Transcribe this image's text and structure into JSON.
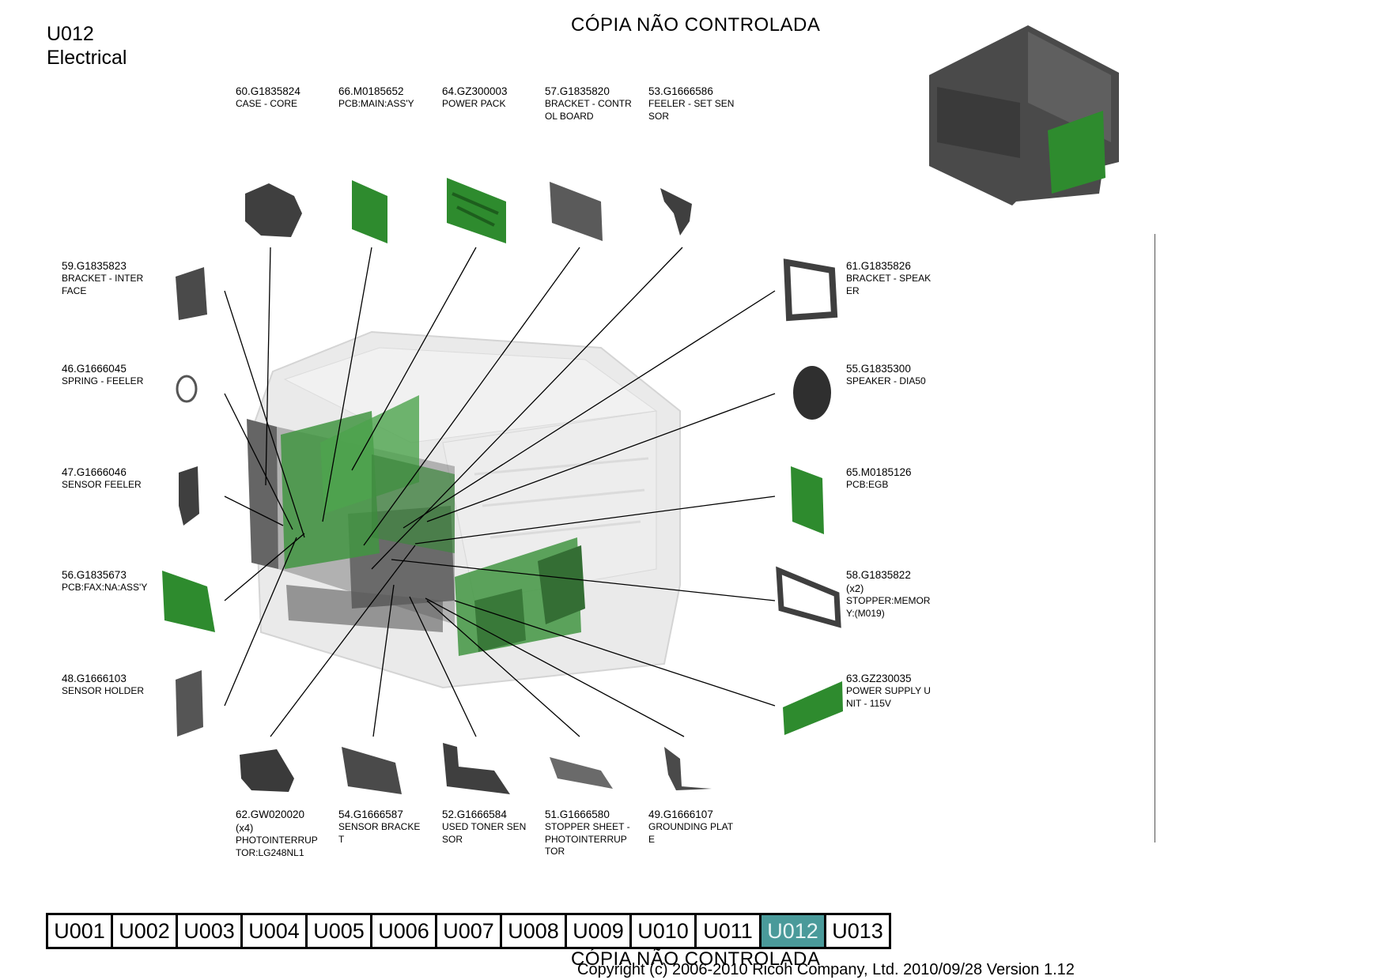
{
  "header": {
    "code": "U012",
    "section": "Electrical",
    "watermark": "CÓPIA NÃO CONTROLADA"
  },
  "callouts": [
    {
      "key": "p60",
      "number": "60.G1835824",
      "desc": "CASE - CORE"
    },
    {
      "key": "p66",
      "number": "66.M0185652",
      "desc": "PCB:MAIN:ASS'Y"
    },
    {
      "key": "p64",
      "number": "64.GZ300003",
      "desc": "POWER PACK"
    },
    {
      "key": "p57",
      "number": "57.G1835820",
      "desc": "BRACKET - CONTR\nOL BOARD"
    },
    {
      "key": "p53",
      "number": "53.G1666586",
      "desc": "FEELER - SET SEN\nSOR"
    },
    {
      "key": "p59",
      "number": "59.G1835823",
      "desc": "BRACKET - INTER\nFACE"
    },
    {
      "key": "p46",
      "number": "46.G1666045",
      "desc": "SPRING - FEELER"
    },
    {
      "key": "p47",
      "number": "47.G1666046",
      "desc": "SENSOR FEELER"
    },
    {
      "key": "p56",
      "number": "56.G1835673",
      "desc": "PCB:FAX:NA:ASS'Y"
    },
    {
      "key": "p48",
      "number": "48.G1666103",
      "desc": "SENSOR HOLDER"
    },
    {
      "key": "p61",
      "number": "61.G1835826",
      "desc": "BRACKET - SPEAK\nER"
    },
    {
      "key": "p55",
      "number": "55.G1835300",
      "desc": "SPEAKER - DIA50"
    },
    {
      "key": "p65",
      "number": "65.M0185126",
      "desc": "PCB:EGB"
    },
    {
      "key": "p58",
      "number": "58.G1835822",
      "qty": "(x2)",
      "desc": "STOPPER:MEMOR\nY:(M019)"
    },
    {
      "key": "p63",
      "number": "63.GZ230035",
      "desc": "POWER SUPPLY U\nNIT - 115V"
    },
    {
      "key": "p62",
      "number": "62.GW020020",
      "qty": "(x4)",
      "desc": "PHOTOINTERRUP\nTOR:LG248NL1"
    },
    {
      "key": "p54",
      "number": "54.G1666587",
      "desc": "SENSOR BRACKE\nT"
    },
    {
      "key": "p52",
      "number": "52.G1666584",
      "desc": "USED TONER SEN\nSOR"
    },
    {
      "key": "p51",
      "number": "51.G1666580",
      "desc": "STOPPER SHEET -\n PHOTOINTERRUP\nTOR"
    },
    {
      "key": "p49",
      "number": "49.G1666107",
      "desc": "GROUNDING PLAT\nE"
    }
  ],
  "tabs": [
    "U001",
    "U002",
    "U003",
    "U004",
    "U005",
    "U006",
    "U007",
    "U008",
    "U009",
    "U010",
    "U011",
    "U012",
    "U013"
  ],
  "active_tab": "U012",
  "footer": {
    "copyright": "Copyright (c) 2006-2010 Ricoh Company, Ltd.    2010/09/28 Version 1.12"
  },
  "colors": {
    "pcb_green": "#2e8b2e",
    "part_gray": "#4a4a4a",
    "active_tab": "#4a9a9a"
  }
}
